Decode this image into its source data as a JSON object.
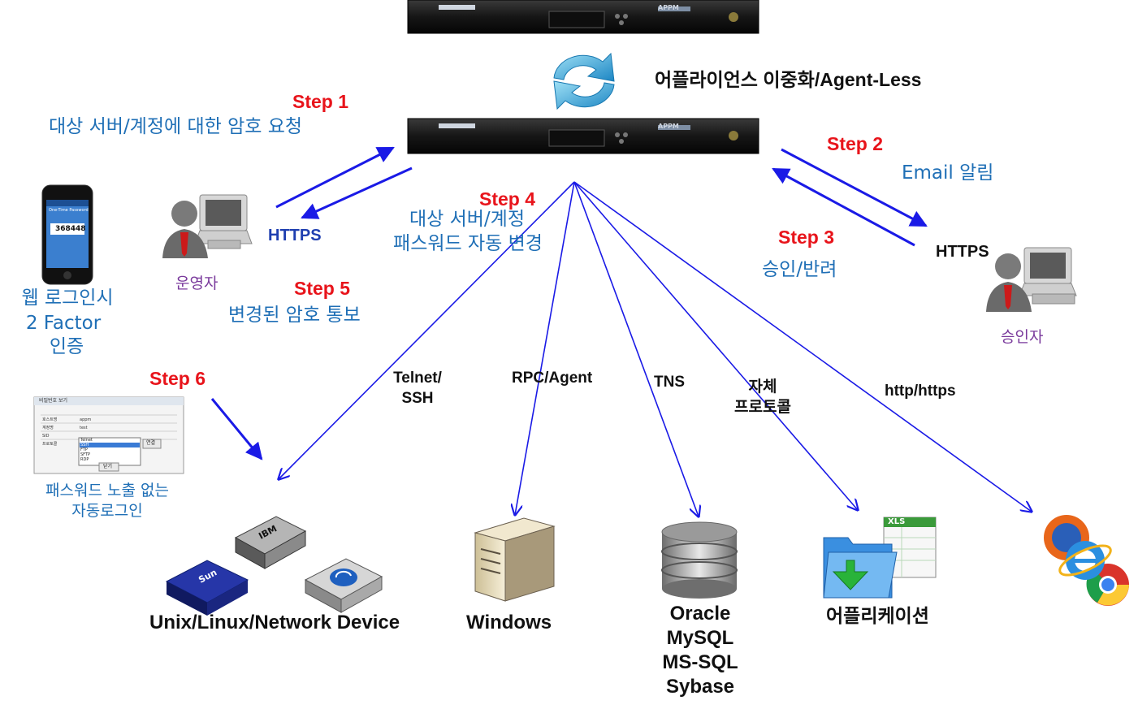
{
  "top": {
    "brand": "APPM",
    "title": "어플라이언스 이중화/Agent-Less"
  },
  "steps": {
    "s1": "Step 1",
    "s1_text": "대상 서버/계정에 대한 암호 요청",
    "s2": "Step 2",
    "s2_text": "Email 알림",
    "s3": "Step 3",
    "s3_text": "승인/반려",
    "s4": "Step 4",
    "s4_line1": "대상 서버/계정",
    "s4_line2": "패스워드 자동 변경",
    "s5": "Step 5",
    "s5_text": "변경된 암호 통보",
    "s6": "Step 6"
  },
  "actors": {
    "operator": "운영자",
    "approver": "승인자",
    "https_left": "HTTPS",
    "https_right": "HTTPS"
  },
  "phone": {
    "header": "One-Time Password",
    "code": "368448",
    "caption1": "웹 로그인시",
    "caption2": "2 Factor",
    "caption3": "인증"
  },
  "dialog": {
    "title": "비밀번호 보기",
    "rows": [
      "호스트명",
      "계정명",
      "SID",
      "프로토콜"
    ],
    "values": [
      "appm",
      "test",
      "",
      ""
    ],
    "options": [
      "Telnet",
      "SSH",
      "FTP",
      "SFTP",
      "RDP"
    ],
    "connect": "연결",
    "close": "닫기",
    "caption1": "패스워드 노출 없는",
    "caption2": "자동로그인"
  },
  "protocols": {
    "telnet1": "Telnet/",
    "telnet2": "SSH",
    "rpc": "RPC/Agent",
    "tns": "TNS",
    "own1": "자체",
    "own2": "프로토콜",
    "http": "http/https"
  },
  "targets": {
    "unix": "Unix/Linux/Network Device",
    "ibm": "IBM",
    "sun": "Sun",
    "windows": "Windows",
    "db": [
      "Oracle",
      "MySQL",
      "MS-SQL",
      "Sybase"
    ],
    "app": "어플리케이션",
    "xls": "XLS"
  },
  "colors": {
    "step_red": "#e8141b",
    "text_blue": "#1f6fb6",
    "arrow_blue": "#1a1ae6",
    "actor_purple": "#7a3a9c"
  }
}
